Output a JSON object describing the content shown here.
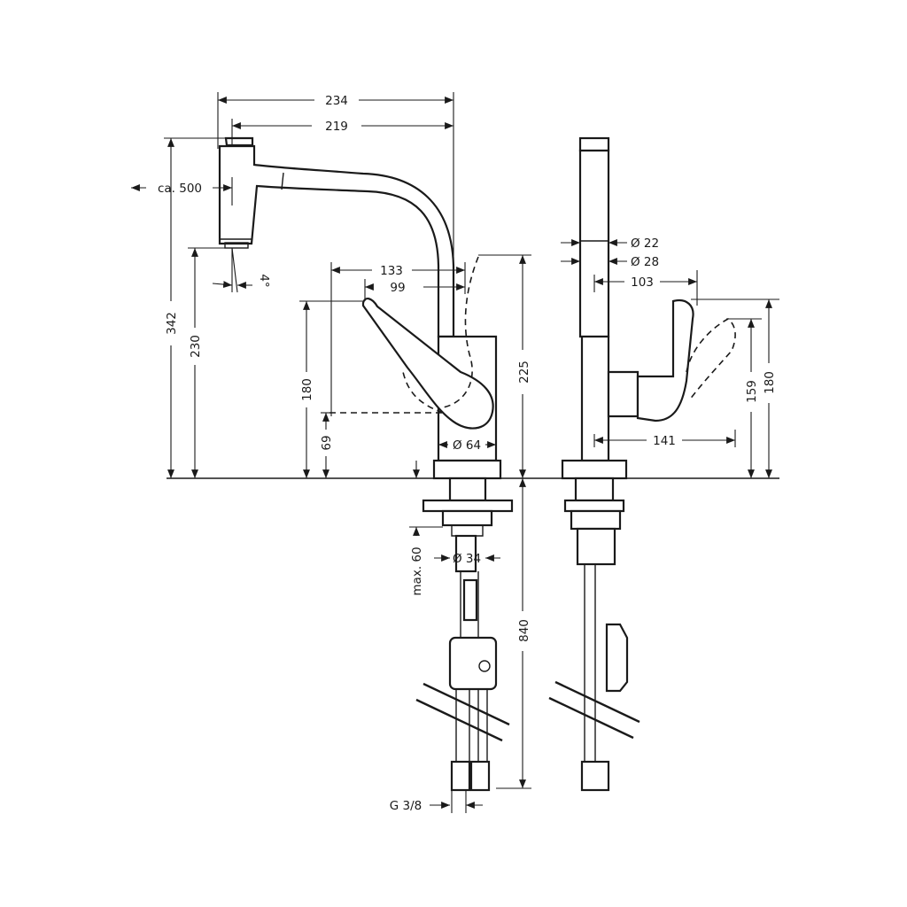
{
  "drawing": {
    "dimensions": {
      "d234": "234",
      "d219": "219",
      "ca500": "ca. 500",
      "d342": "342",
      "d230": "230",
      "d133": "133",
      "d99": "99",
      "d180_left": "180",
      "d69": "69",
      "d225": "225",
      "dia64": "Ø 64",
      "dia34": "Ø 34",
      "max60": "max. 60",
      "d840": "840",
      "g38": "G 3/8",
      "dia22": "Ø 22",
      "dia28": "Ø 28",
      "d103": "103",
      "d141": "141",
      "d159": "159",
      "d180_right": "180",
      "angle": "4°"
    }
  }
}
